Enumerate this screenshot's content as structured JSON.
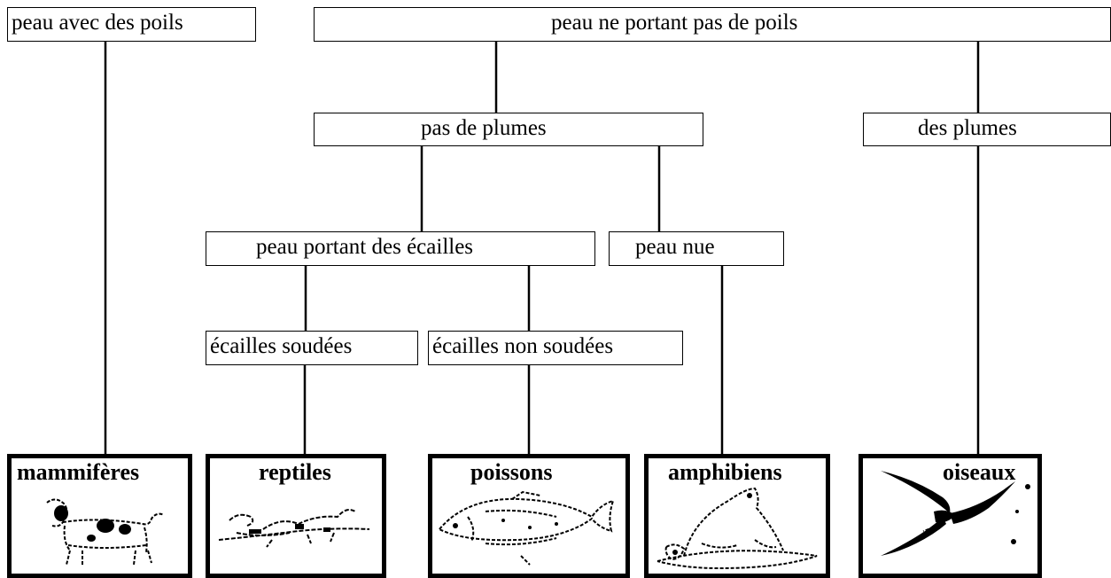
{
  "nodes": {
    "with_hair": "peau avec des poils",
    "no_hair": "peau ne portant pas de poils",
    "no_feathers": "pas de plumes",
    "feathers": "des plumes",
    "scaly_skin": "peau portant des écailles",
    "bare_skin": "peau nue",
    "fused_scales": "écailles soudées",
    "unfused_scales": "écailles non soudées"
  },
  "groups": {
    "mammals": {
      "label": "mammifères",
      "icon": "dog-icon"
    },
    "reptiles": {
      "label": "reptiles",
      "icon": "lizard-icon"
    },
    "fish": {
      "label": "poissons",
      "icon": "fish-icon"
    },
    "amphibians": {
      "label": "amphibiens",
      "icon": "frog-icon"
    },
    "birds": {
      "label": "oiseaux",
      "icon": "swallow-icon"
    }
  }
}
